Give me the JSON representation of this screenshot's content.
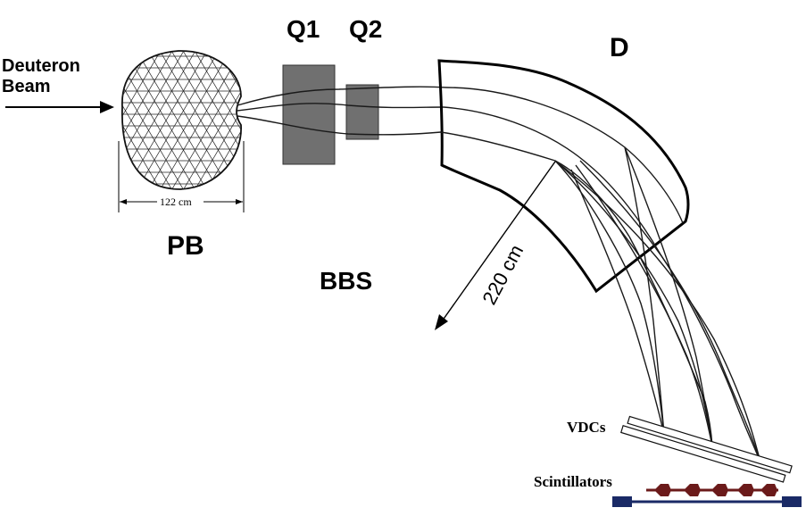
{
  "labels": {
    "deuteron": "Deuteron",
    "beam": "Beam",
    "q1": "Q1",
    "q2": "Q2",
    "d": "D",
    "pb": "PB",
    "bbs": "BBS",
    "pb_width": "122 cm",
    "radius": "220 cm",
    "vdcs": "VDCs",
    "scintillators": "Scintillators"
  },
  "colors": {
    "magnet_fill": "#707070",
    "magnet_stroke": "#333333",
    "scintillator_fill": "#6b1a1a",
    "scintillator_bar": "#1a2a66",
    "ink": "#000000"
  },
  "icons": {
    "beam_arrow": "right-arrow-icon",
    "radius_arrow": "down-left-arrow-icon"
  }
}
